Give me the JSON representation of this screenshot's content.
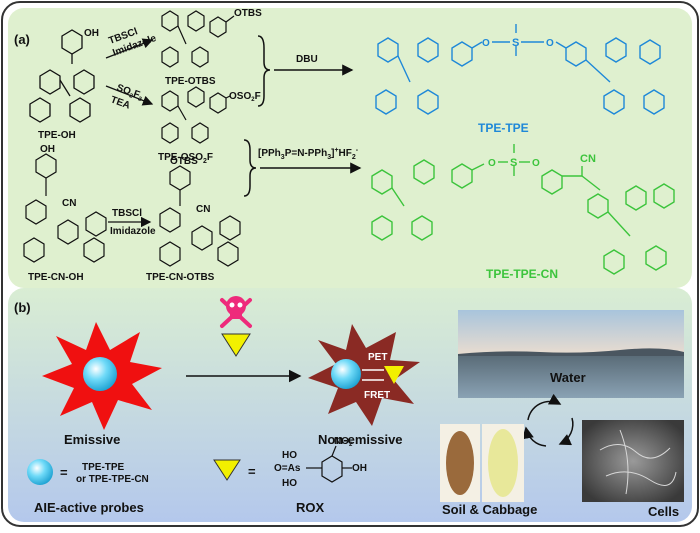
{
  "panel_a": {
    "label": "(a)",
    "compounds": {
      "tpe_oh": "TPE-OH",
      "tpe_otbs": "TPE-OTBS",
      "tpe_oso2f": "TPE-OSO",
      "tpe_oso2f_sub": "2",
      "tpe_oso2f_end": "F",
      "tpe_cn_oh": "TPE-CN-OH",
      "tpe_cn_otbs": "TPE-CN-OTBS",
      "tpe_tpe": "TPE-TPE",
      "tpe_tpe_cn": "TPE-TPE-CN"
    },
    "groups": {
      "oh_top": "OH",
      "otbs_top": "OTBS",
      "oso2f": "OSO",
      "oso2f_sub": "2",
      "oso2f_end": "F",
      "oh_mid": "OH",
      "cn_left": "CN",
      "otbs_mid": "OTBS",
      "cn_mid": "CN",
      "cn_green": "CN",
      "o": "O",
      "s": "S",
      "o2": "O"
    },
    "reagents": {
      "tbscl_1": "TBSCl",
      "imidazole_1": "Imidazole",
      "so2f2": "SO",
      "so2f2_sub": "2",
      "so2f2_end": "F",
      "so2f2_sub2": "2",
      "tea": "TEA",
      "dbu": "DBU",
      "catalyst": "[PPh",
      "catalyst_sub1": "3",
      "catalyst_mid": "P=N-PPh",
      "catalyst_sub2": "3",
      "catalyst_end": "]",
      "catalyst_sup": "+",
      "catalyst_tail": "HF",
      "catalyst_sub3": "2",
      "catalyst_sup2": "-",
      "tbscl_2": "TBSCl",
      "imidazole_2": "Imidazole"
    }
  },
  "panel_b": {
    "label": "(b)",
    "emissive": "Emissive",
    "non_emissive": "Non-emissive",
    "pet": "PET",
    "fret": "FRET",
    "water": "Water",
    "soil_cabbage": "Soil & Cabbage",
    "cells": "Cells",
    "equals_1": "=",
    "probe_name_1": "TPE-TPE",
    "probe_name_2": "or TPE-TPE-CN",
    "probes_caption": "AIE-active probes",
    "equals_2": "=",
    "rox": "ROX",
    "rox_groups": {
      "no2": "NO",
      "no2_sub": "2",
      "ho_top": "HO",
      "o_as": "O=As",
      "ho_bottom": "HO",
      "oh_right": "OH"
    }
  },
  "colors": {
    "tpe_tpe": "#1e88d8",
    "tpe_tpe_cn": "#3cc43c",
    "panel_a_bg": "#dff0cf",
    "panel_b_top": "#d9edd3",
    "panel_b_bottom": "#b4c8ec",
    "burst_emissive": "#f01010",
    "burst_quenched": "#8a2a24",
    "probe_ball": "#4fd0f5",
    "rox_triangle": "#f2f000",
    "skull": "#ee2a7b"
  },
  "icons": [
    "skull-crossbones-icon",
    "triangle-icon",
    "cycle-arrows-icon"
  ]
}
